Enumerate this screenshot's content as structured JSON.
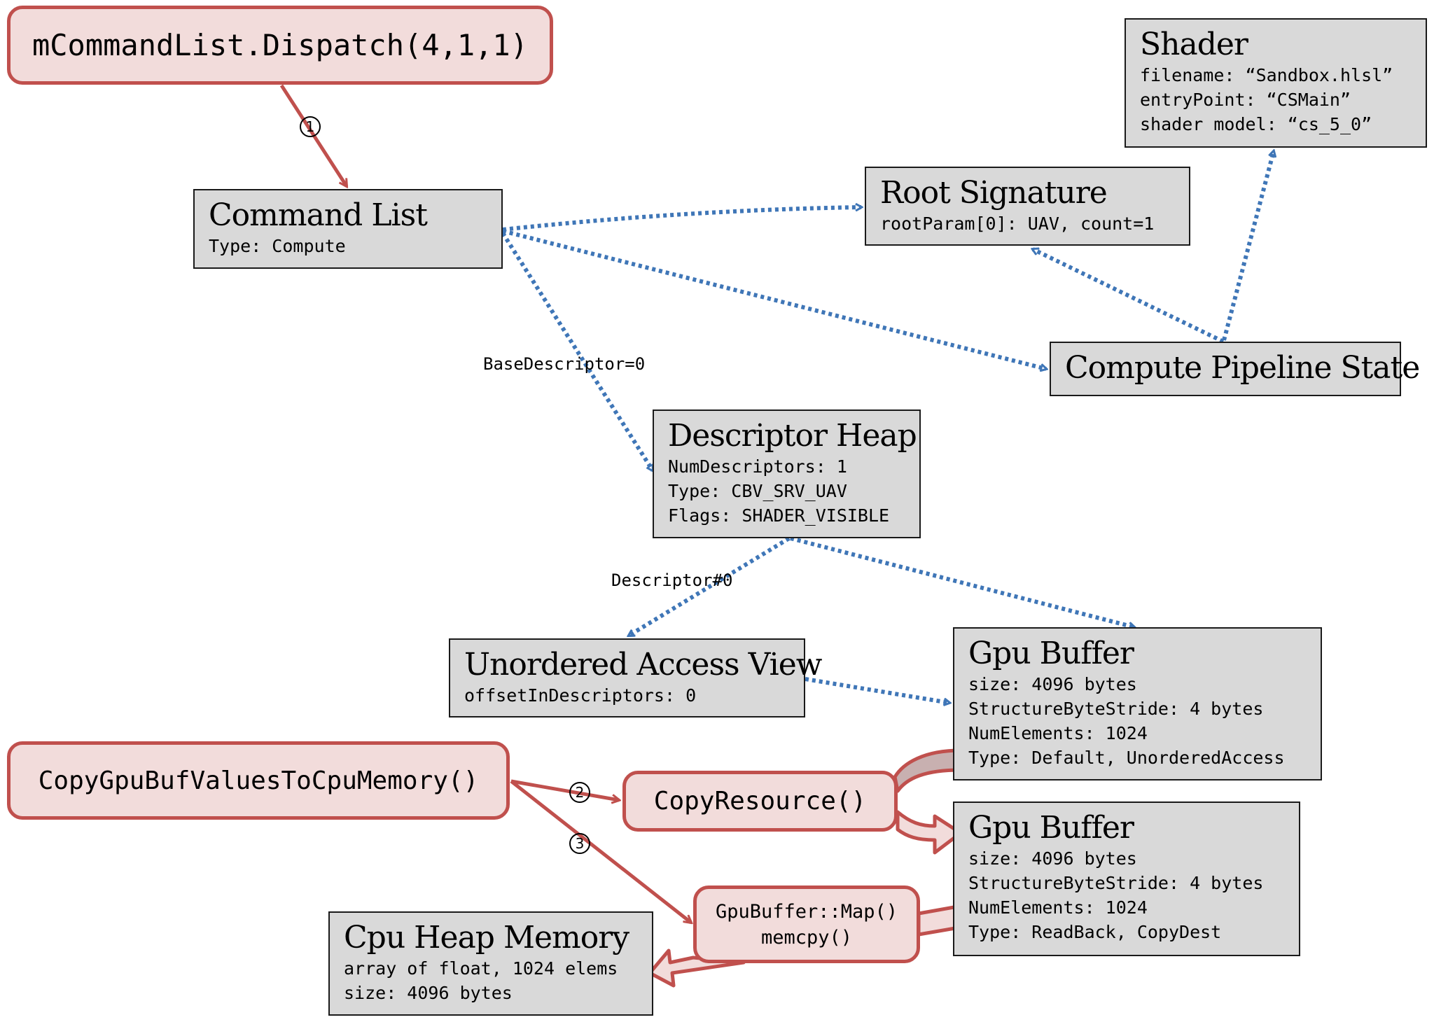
{
  "colors": {
    "call_fill": "#f2dcdb",
    "call_border": "#c0504d",
    "object_fill": "#d9d9d9",
    "object_border": "#1a1a1a",
    "reference_edge": "#3f76b7",
    "copy_source_fill": "#c8b0b0"
  },
  "calls": {
    "dispatch": "mCommandList.Dispatch(4,1,1)",
    "copy_gpu_to_cpu": "CopyGpuBufValuesToCpuMemory()",
    "copy_resource": "CopyResource()",
    "map_line1": "GpuBuffer::Map()",
    "map_line2": "memcpy()"
  },
  "steps": {
    "one": "1",
    "two": "2",
    "three": "3"
  },
  "objects": {
    "command_list": {
      "title": "Command List",
      "lines": [
        "Type: Compute"
      ]
    },
    "root_signature": {
      "title": "Root Signature",
      "lines": [
        "rootParam[0]: UAV, count=1"
      ]
    },
    "shader": {
      "title": "Shader",
      "lines": [
        "filename: “Sandbox.hlsl”",
        "entryPoint: “CSMain”",
        "shader model: “cs_5_0”"
      ]
    },
    "pipeline_state": {
      "title": "Compute Pipeline State",
      "lines": []
    },
    "descriptor_heap": {
      "title": "Descriptor Heap",
      "lines": [
        "NumDescriptors: 1",
        "Type: CBV_SRV_UAV",
        "Flags: SHADER_VISIBLE"
      ]
    },
    "uav": {
      "title": "Unordered Access View",
      "lines": [
        "offsetInDescriptors: 0"
      ]
    },
    "gpu_buffer_default": {
      "title": "Gpu Buffer",
      "lines": [
        "size: 4096 bytes",
        "StructureByteStride: 4 bytes",
        "NumElements: 1024",
        "Type: Default, UnorderedAccess"
      ]
    },
    "gpu_buffer_readback": {
      "title": "Gpu Buffer",
      "lines": [
        "size: 4096 bytes",
        "StructureByteStride: 4 bytes",
        "NumElements: 1024",
        "Type: ReadBack, CopyDest"
      ]
    },
    "cpu_heap": {
      "title": "Cpu Heap Memory",
      "lines": [
        "array of float, 1024 elems",
        "size: 4096 bytes"
      ]
    }
  },
  "edge_labels": {
    "base_descriptor": "BaseDescriptor=0",
    "descriptor_0": "Descriptor#0"
  }
}
